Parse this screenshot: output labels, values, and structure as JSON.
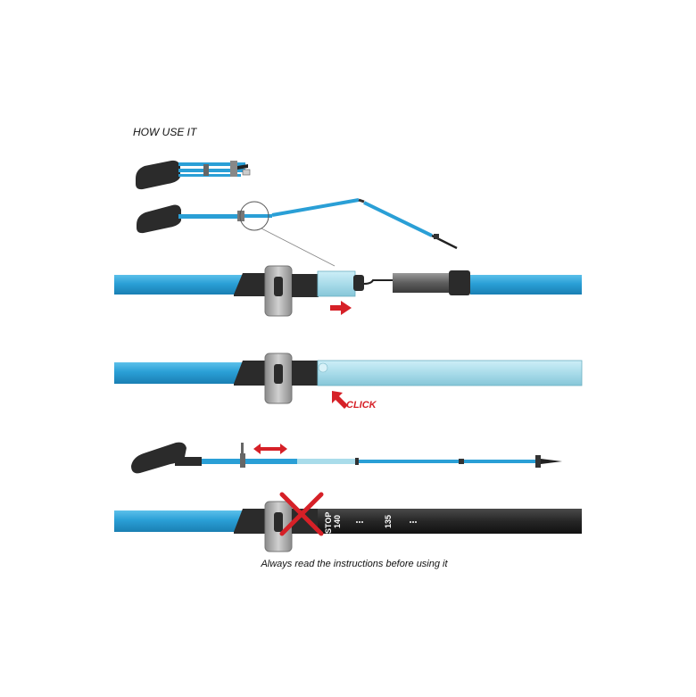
{
  "header": {
    "title": "HOW USE IT"
  },
  "steps": {
    "click_label": "CLICK"
  },
  "scale": {
    "stop": "STOP",
    "mark_140": "140",
    "mark_135": "135"
  },
  "footer": {
    "note": "Always read the instructions before using it"
  },
  "colors": {
    "pole_blue": "#2a9fd6",
    "pole_light": "#a9dcea",
    "grip_dark": "#2b2b2b",
    "lock_silver": "#a6a6a6",
    "arrow_red": "#d62027",
    "lower_black": "#262626"
  }
}
